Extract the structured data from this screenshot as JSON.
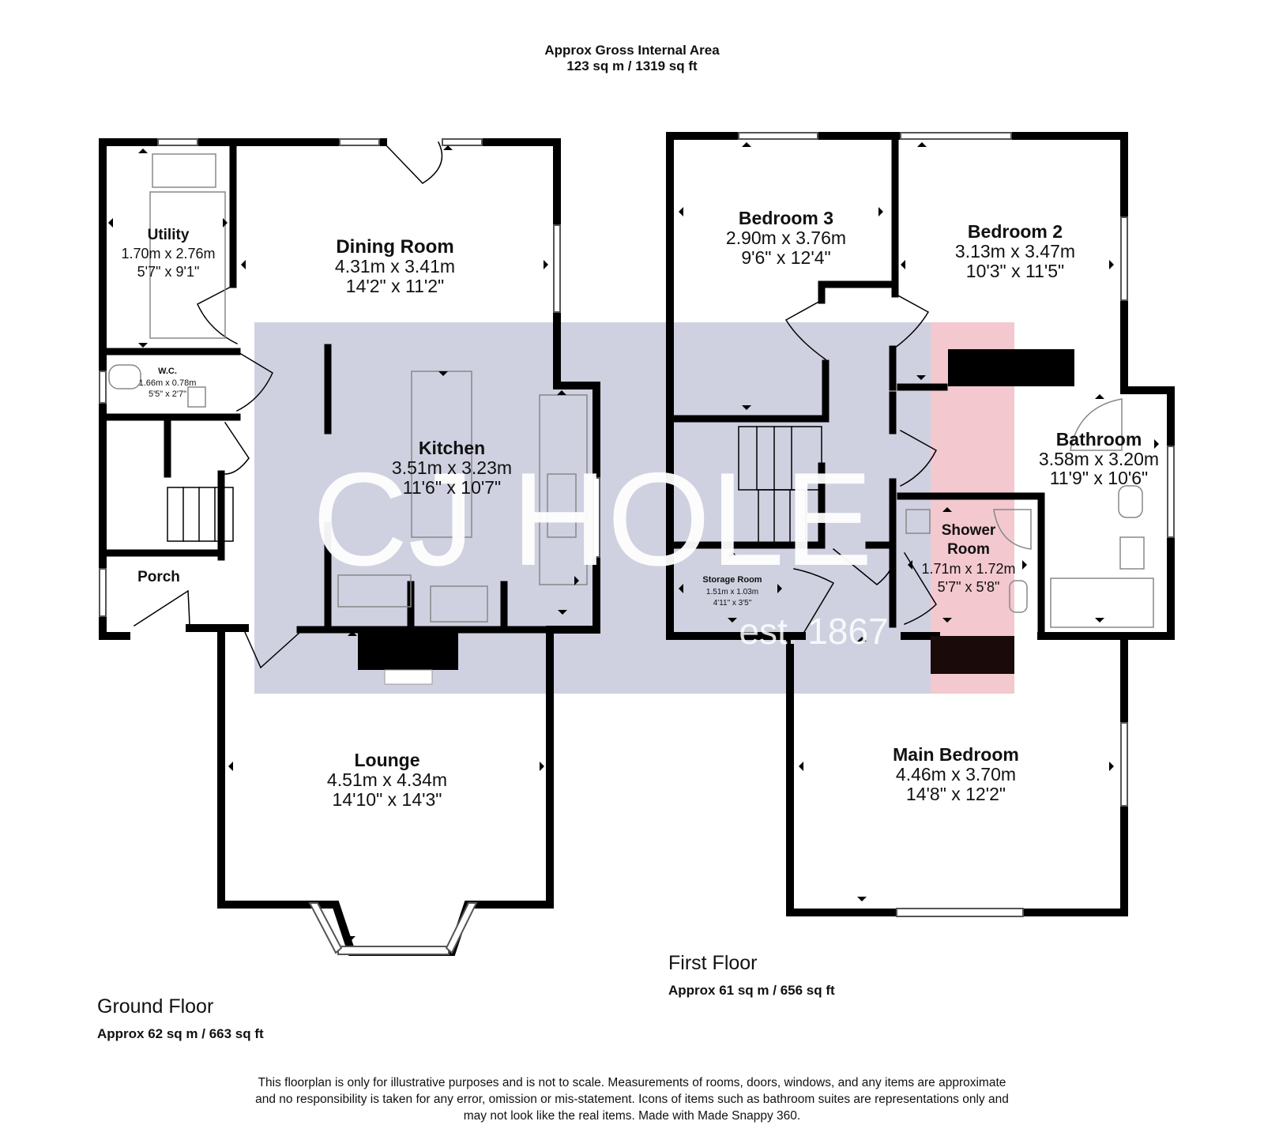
{
  "header": {
    "line1": "Approx Gross Internal Area",
    "line2": "123 sq m / 1319 sq ft"
  },
  "watermark": {
    "brand": "CJ HOLE",
    "est": "est. 1867",
    "bg_color": "#cfd1e0",
    "accent_color": "#f3c8cf"
  },
  "ground_floor": {
    "name": "Ground Floor",
    "area": "Approx 62 sq m / 663 sq ft",
    "rooms": {
      "utility": {
        "name": "Utility",
        "metric": "1.70m x 2.76m",
        "imperial": "5'7\" x 9'1\""
      },
      "dining": {
        "name": "Dining Room",
        "metric": "4.31m x 3.41m",
        "imperial": "14'2\" x 11'2\""
      },
      "wc": {
        "name": "W.C.",
        "metric": "1.66m x 0.78m",
        "imperial": "5'5\" x 2'7\""
      },
      "kitchen": {
        "name": "Kitchen",
        "metric": "3.51m x 3.23m",
        "imperial": "11'6\" x 10'7\""
      },
      "porch": {
        "name": "Porch"
      },
      "lounge": {
        "name": "Lounge",
        "metric": "4.51m x 4.34m",
        "imperial": "14'10\" x 14'3\""
      }
    }
  },
  "first_floor": {
    "name": "First Floor",
    "area": "Approx 61 sq m / 656 sq ft",
    "rooms": {
      "bedroom3": {
        "name": "Bedroom 3",
        "metric": "2.90m x 3.76m",
        "imperial": "9'6\" x 12'4\""
      },
      "bedroom2": {
        "name": "Bedroom 2",
        "metric": "3.13m x 3.47m",
        "imperial": "10'3\" x 11'5\""
      },
      "bathroom": {
        "name": "Bathroom",
        "metric": "3.58m x 3.20m",
        "imperial": "11'9\" x 10'6\""
      },
      "shower": {
        "name_line1": "Shower",
        "name_line2": "Room",
        "metric": "1.71m x 1.72m",
        "imperial": "5'7\" x 5'8\""
      },
      "storage": {
        "name": "Storage Room",
        "metric": "1.51m x 1.03m",
        "imperial": "4'11\" x 3'5\""
      },
      "main": {
        "name": "Main Bedroom",
        "metric": "4.46m x 3.70m",
        "imperial": "14'8\" x 12'2\""
      }
    }
  },
  "disclaimer": {
    "line1": "This floorplan is only for illustrative purposes and is not to scale. Measurements of rooms, doors, windows, and any items are approximate",
    "line2": "and no responsibility is taken for any error, omission or mis-statement. Icons of items such as bathroom suites are representations only and",
    "line3": "may not look like the real items. Made with Made Snappy 360."
  }
}
